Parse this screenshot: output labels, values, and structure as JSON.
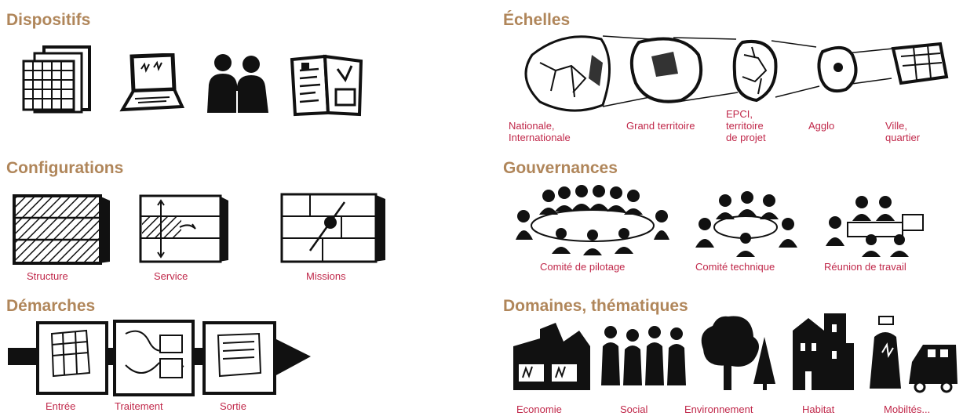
{
  "sections": {
    "dispositifs": {
      "title": "Dispositifs"
    },
    "configurations": {
      "title": "Configurations",
      "labels": [
        "Structure",
        "Service",
        "Missions"
      ]
    },
    "demarches": {
      "title": "Démarches",
      "labels": [
        "Entrée",
        "Traitement",
        "Sortie"
      ]
    },
    "echelles": {
      "title": "Échelles",
      "labels": [
        "Nationale,\nInternationale",
        "Grand territoire",
        "EPCI,\nterritoire\nde projet",
        "Agglo",
        "Ville,\nquartier"
      ]
    },
    "gouvernances": {
      "title": "Gouvernances",
      "labels": [
        "Comité de pilotage",
        "Comité technique",
        "Réunion de travail"
      ]
    },
    "domaines": {
      "title": "Domaines, thématiques",
      "labels": [
        "Economie",
        "Social",
        "Environnement",
        "Habitat",
        "Mobiltés..."
      ]
    }
  },
  "colors": {
    "title": "#b0865a",
    "caption": "#c0284a",
    "ink": "#111111"
  }
}
